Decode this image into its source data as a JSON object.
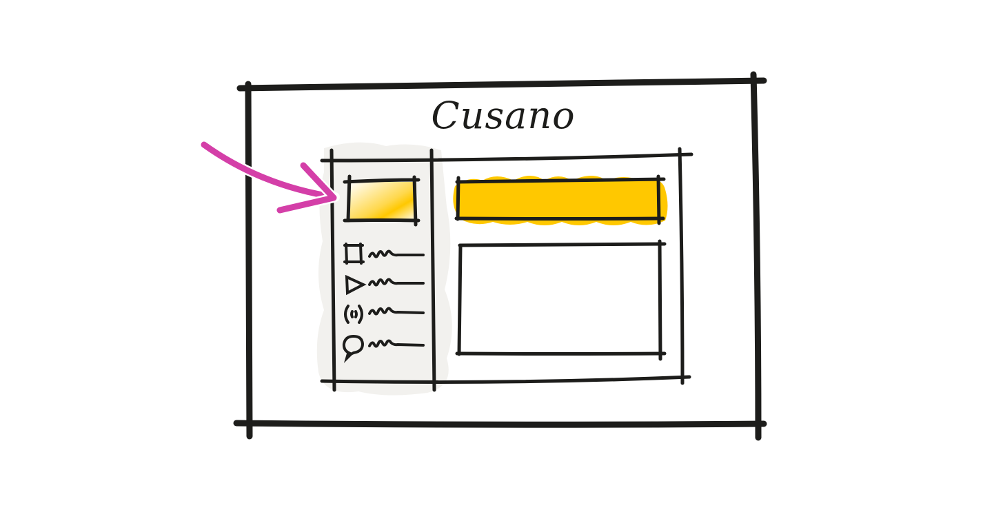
{
  "diagram": {
    "type": "wireframe-sketch",
    "app_title": "Cusano",
    "highlight_target": "sidebar-logo-box",
    "colors": {
      "stroke": "#1d1d1b",
      "highlight_yellow": "#ffc800",
      "sidebar_fill": "#f2f1ee",
      "arrow_magenta": "#d43fa8",
      "background": "#ffffff"
    },
    "sidebar": {
      "logo_box": "logo placeholder",
      "items": [
        {
          "icon": "square-icon",
          "label": "squiggle text"
        },
        {
          "icon": "play-icon",
          "label": "squiggle text"
        },
        {
          "icon": "broadcast-icon",
          "label": "squiggle text"
        },
        {
          "icon": "chat-bubble-icon",
          "label": "squiggle text"
        }
      ]
    },
    "main": {
      "header_bar": "yellow highlighted header",
      "content_box": "empty content area"
    },
    "annotation": {
      "arrow": "magenta arrow pointing to sidebar logo box"
    }
  }
}
